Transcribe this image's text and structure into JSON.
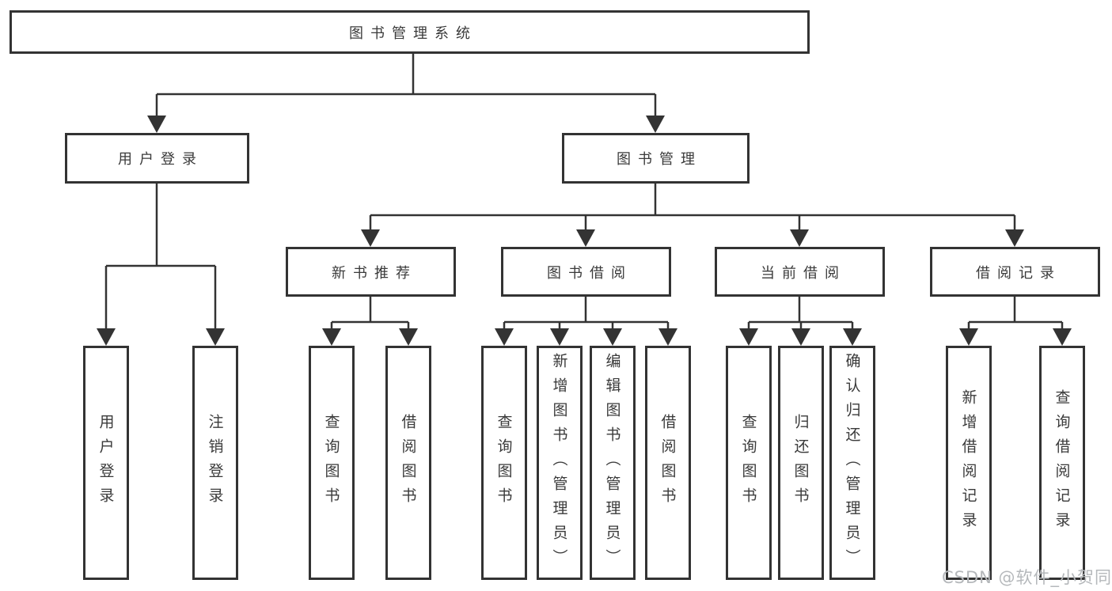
{
  "colors": {
    "line": "#333333",
    "text": "#3a3a3a",
    "background": "#ffffff",
    "watermark": "#b5b8bb"
  },
  "nodes": {
    "root": "图书管理系统",
    "l2": [
      "用户登录",
      "图书管理"
    ],
    "l3": [
      "新书推荐",
      "图书借阅",
      "当前借阅",
      "借阅记录"
    ],
    "l4": {
      "user": [
        "用户登录",
        "注销登录"
      ],
      "newbook": [
        "查询图书",
        "借阅图书"
      ],
      "borrow": [
        "查询图书",
        "新增图书（管理员）",
        "编辑图书（管理员）",
        "借阅图书"
      ],
      "current": [
        "查询图书",
        "归还图书",
        "确认归还（管理员）"
      ],
      "records": [
        "新增借阅记录",
        "查询借阅记录"
      ]
    }
  },
  "watermark": {
    "text": "CSDN @软件_小贺同学"
  }
}
